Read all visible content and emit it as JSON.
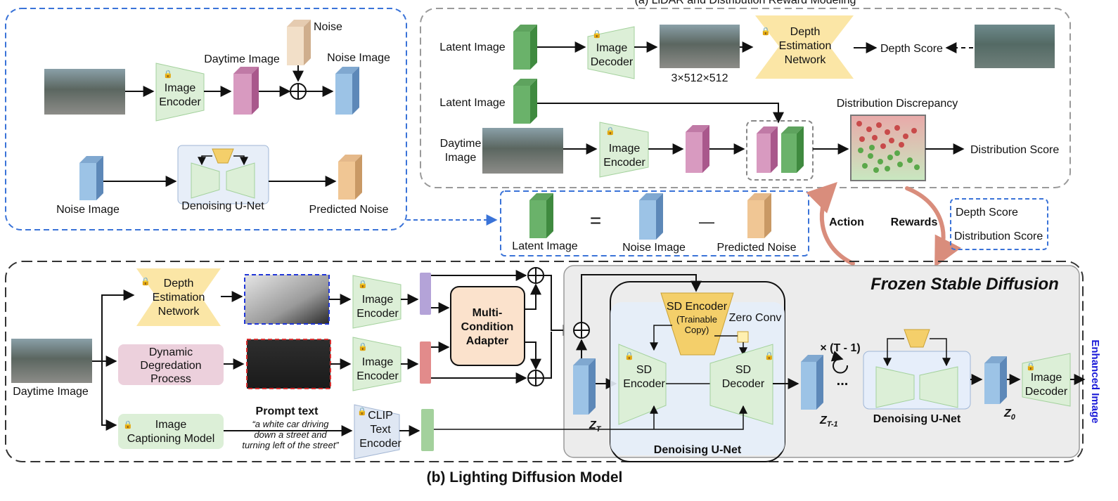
{
  "top_title": "(a) LiDAR and Distribution Reward Modeling",
  "bottom_title": "(b) Lighting Diffusion Model",
  "training": {
    "noise": "Noise",
    "daytime_image": "Daytime Image",
    "noise_image": "Noise Image",
    "image_encoder": [
      "Image",
      "Encoder"
    ],
    "noise_image_bottom": "Noise Image",
    "denoising_unet": "Denoising U-Net",
    "predicted_noise": "Predicted Noise"
  },
  "equation": {
    "latent_image": "Latent Image",
    "equals": "=",
    "noise_image": "Noise Image",
    "minus": "—",
    "predicted_noise": "Predicted Noise"
  },
  "reward": {
    "latent_image_1": "Latent Image",
    "image_decoder": [
      "Image",
      "Decoder"
    ],
    "resolution": "3×512×512",
    "depth_net": [
      "Depth",
      "Estimation",
      "Network"
    ],
    "depth_score": "Depth Score",
    "latent_image_2": "Latent Image",
    "distribution_discrepancy": "Distribution Discrepancy",
    "daytime_image": [
      "Daytime",
      "Image"
    ],
    "image_encoder": [
      "Image",
      "Encoder"
    ],
    "distribution_score": "Distribution Score"
  },
  "feedback": {
    "action": "Action",
    "rewards": "Rewards",
    "scores": [
      "Depth Score",
      "Distribution Score"
    ]
  },
  "lighting": {
    "daytime_image": "Daytime Image",
    "depth_net": [
      "Depth",
      "Estimation",
      "Network"
    ],
    "degradation": [
      "Dynamic",
      "Degredation",
      "Process"
    ],
    "captioning": [
      "Image",
      "Captioning Model"
    ],
    "prompt_title": "Prompt text",
    "prompt_text": [
      "“a white car driving",
      "down a street and",
      "turning left of the street”"
    ],
    "image_encoder": [
      "Image",
      "Encoder"
    ],
    "clip": [
      "CLIP",
      "Text",
      "Encoder"
    ],
    "adapter": [
      "Multi-",
      "Condition",
      "Adapter"
    ],
    "frozen_title": "Frozen Stable Diffusion",
    "sd_encoder_copy": [
      "SD Encoder",
      "(Trainable",
      "Copy)"
    ],
    "zero_conv": "Zero Conv",
    "sd_encoder": [
      "SD",
      "Encoder"
    ],
    "sd_decoder": [
      "SD",
      "Decoder"
    ],
    "denoising_unet_1": "Denoising U-Net",
    "zt": "Z",
    "zt_sub": "T",
    "zt1": "Z",
    "zt1_sub": "T-1",
    "repeat": "× (T - 1)",
    "dots": "...",
    "denoising_unet_2": "Denoising U-Net",
    "z0": "Z",
    "z0_sub": "0",
    "image_decoder": [
      "Image",
      "Decoder"
    ],
    "enhanced_image": "Enhanced Image"
  },
  "colors": {
    "green": "#a3d19c",
    "dark_green": "#6ab26a",
    "pink": "#d89ac0",
    "blue": "#9cc3e6",
    "orange": "#f0c694",
    "yellow": "#fbe6a6",
    "light_green": "#dcefd7",
    "frozen_bg": "#ececec",
    "blue_dash": "#3a73d8"
  }
}
